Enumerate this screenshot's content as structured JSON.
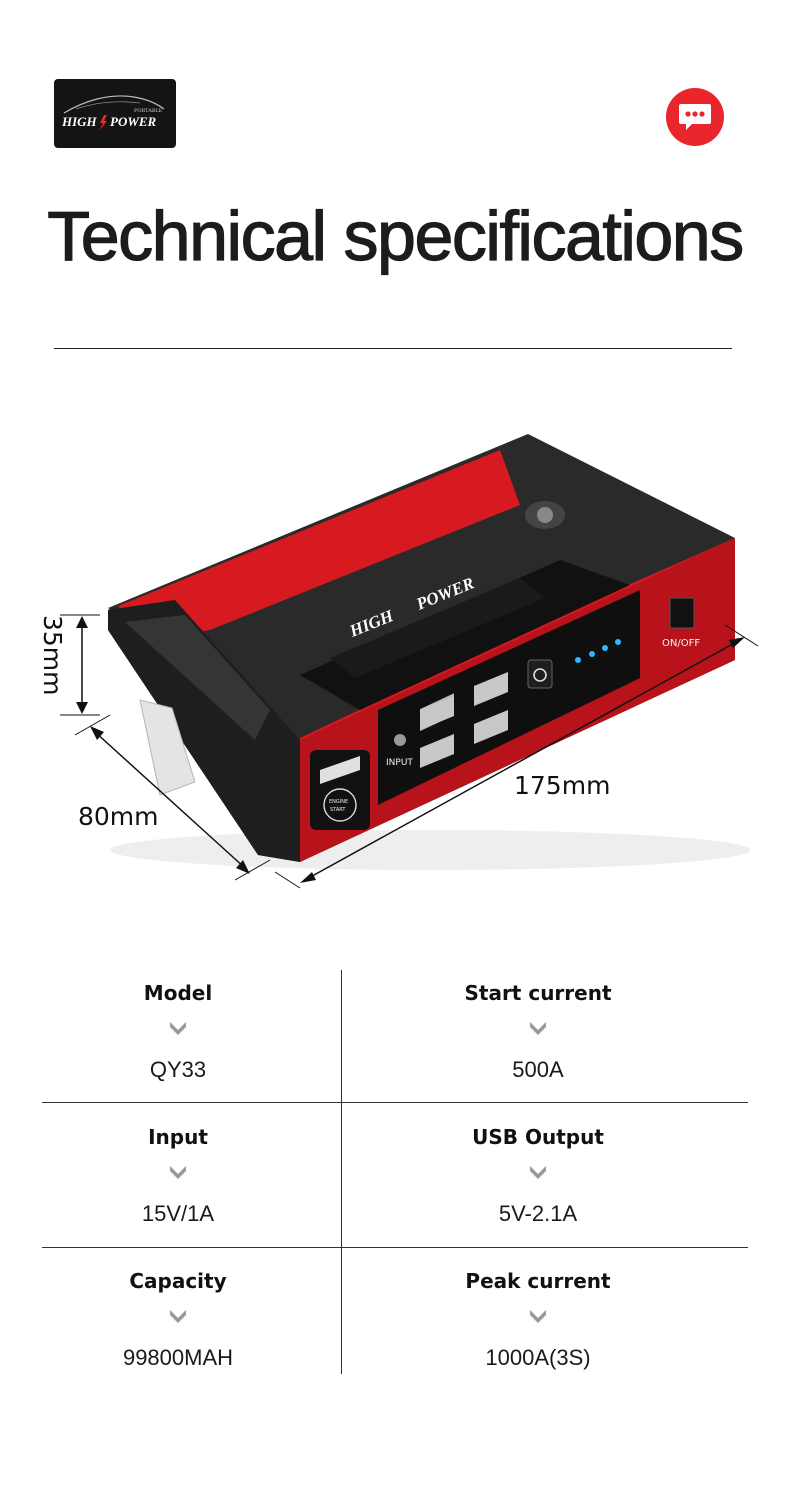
{
  "brand": {
    "top_text": "PORTABLE",
    "main_left": "HIGH",
    "main_right": "POWER"
  },
  "chat_icon": "chat-bubble-icon",
  "title": "Technical specifications",
  "product": {
    "dimensions": {
      "height": "35mm",
      "width": "80mm",
      "length": "175mm"
    },
    "labels": {
      "input": "INPUT",
      "engine_start_top": "ENGINE",
      "engine_start_bottom": "START",
      "switch": "ON/OFF"
    }
  },
  "specs": [
    {
      "label": "Model",
      "value": "QY33"
    },
    {
      "label": "Start current",
      "value": "500A"
    },
    {
      "label": "Input",
      "value": "15V/1A"
    },
    {
      "label": "USB Output",
      "value": "5V-2.1A"
    },
    {
      "label": "Capacity",
      "value": "99800MAH"
    },
    {
      "label": "Peak current",
      "value": "1000A(3S)"
    }
  ],
  "colors": {
    "accent": "#e8262c",
    "device_black": "#1b1b1b",
    "device_red": "#d71920",
    "led_blue": "#2fb8ff"
  }
}
